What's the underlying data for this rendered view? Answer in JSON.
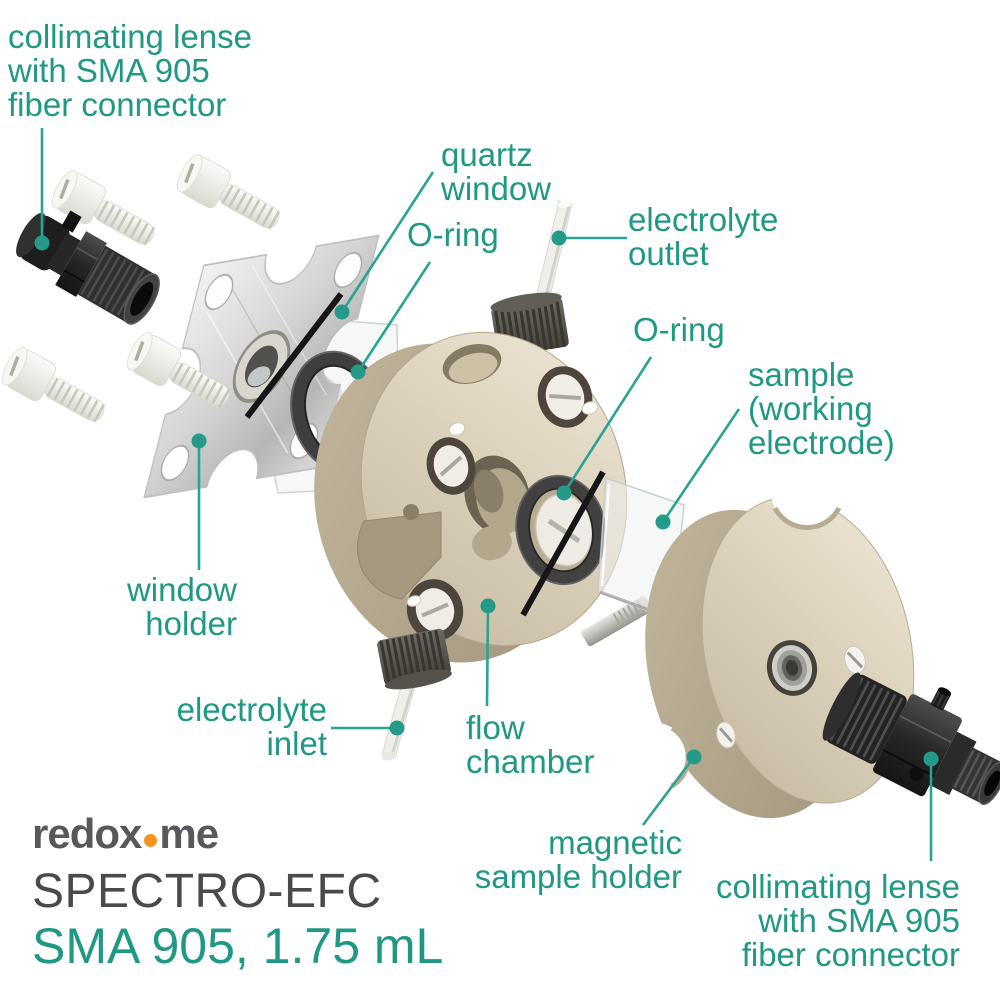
{
  "page": {
    "background": "#FFFFFF"
  },
  "colors": {
    "label_teal": "#1F9884",
    "leader_teal": "#2AA492",
    "logo_gray": "#57585B",
    "product_gray": "#4A4A4C",
    "dot_orange": "#F7941E",
    "body_beige": "#D8CDB4",
    "fitting_dark": "#53504A",
    "metal_gray": "#CFCFCF",
    "lens_black": "#1E1E1E",
    "oring_gray": "#414141"
  },
  "labels": {
    "collimating_lens_top": {
      "lines": [
        "collimating lense",
        "with SMA 905",
        "fiber connector"
      ]
    },
    "quartz_window": {
      "lines": [
        "quartz",
        "window"
      ]
    },
    "o_ring_left": {
      "text": "O-ring"
    },
    "electrolyte_outlet": {
      "lines": [
        "electrolyte",
        "outlet"
      ]
    },
    "o_ring_right": {
      "text": "O-ring"
    },
    "sample_working_electrode": {
      "lines": [
        "sample",
        "(working",
        "electrode)"
      ]
    },
    "window_holder": {
      "lines": [
        "window",
        "holder"
      ]
    },
    "electrolyte_inlet": {
      "lines": [
        "electrolyte",
        "inlet"
      ]
    },
    "flow_chamber": {
      "lines": [
        "flow",
        "chamber"
      ]
    },
    "magnetic_sample_holder": {
      "lines": [
        "magnetic",
        "sample holder"
      ]
    },
    "collimating_lens_bottom": {
      "lines": [
        "collimating lense",
        "with SMA 905",
        "fiber connector"
      ]
    }
  },
  "branding": {
    "logo_text_1": "redox",
    "logo_text_2": "me",
    "product_name": "SPECTRO-EFC",
    "product_spec": "SMA 905, 1.75 mL"
  }
}
